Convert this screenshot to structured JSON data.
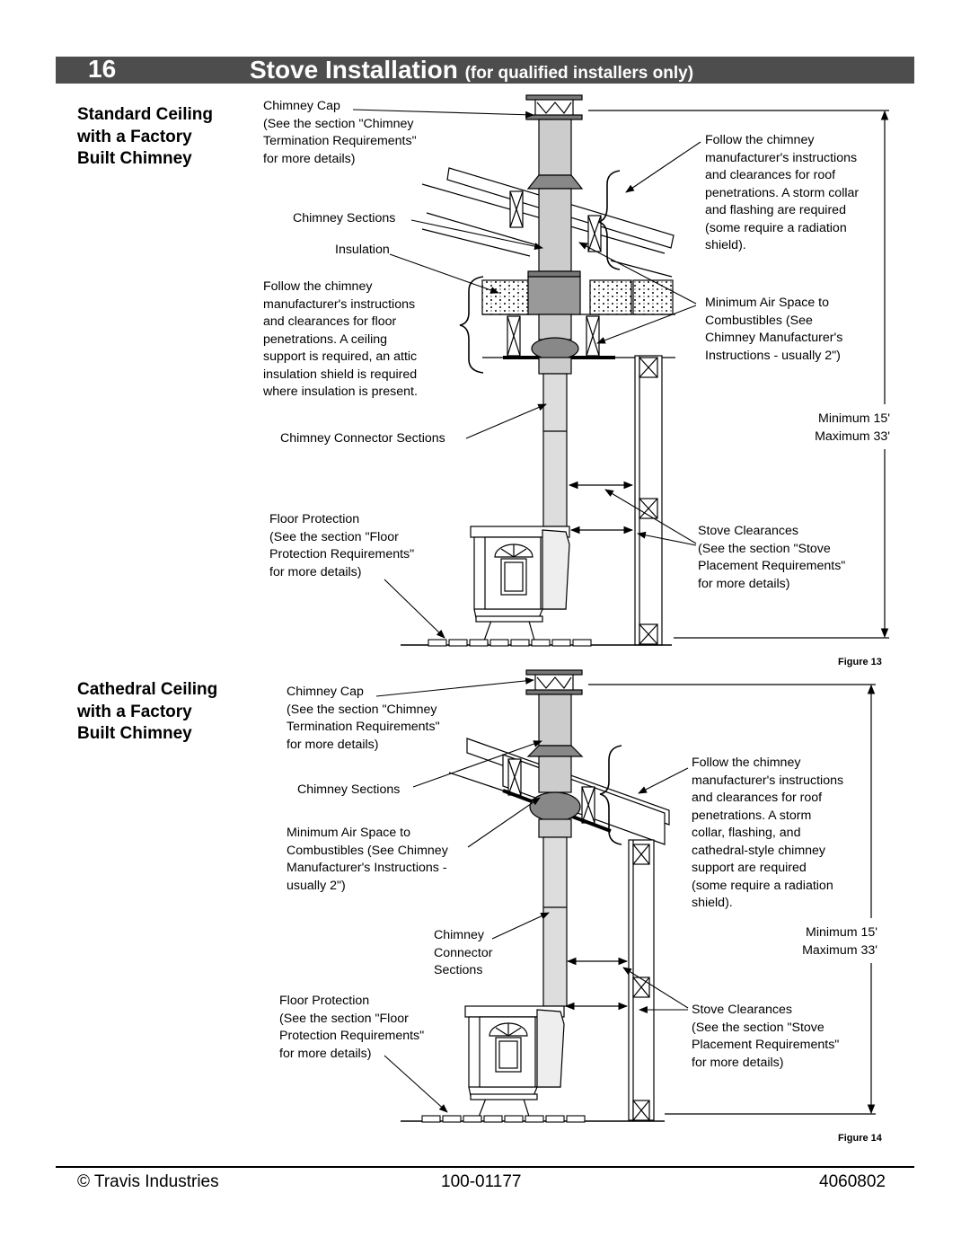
{
  "header": {
    "page_number": "16",
    "title": "Stove Installation",
    "subtitle": "(for qualified installers only)"
  },
  "figure13": {
    "heading": [
      "Standard Ceiling",
      "with a Factory",
      "Built Chimney"
    ],
    "chimney_cap": [
      "Chimney Cap",
      "(See the section \"Chimney",
      "Termination Requirements\"",
      "for more details)"
    ],
    "chimney_sections": "Chimney Sections",
    "insulation": "Insulation",
    "floor_penetration_note": [
      "Follow the chimney",
      "manufacturer's instructions",
      "and clearances for floor",
      "penetrations.  A ceiling",
      "support is required, an attic",
      "insulation shield is required",
      "where insulation is present."
    ],
    "connector_sections": "Chimney Connector Sections",
    "floor_protection": [
      "Floor Protection",
      "(See the section \"Floor",
      "Protection Requirements\"",
      "for more details)"
    ],
    "roof_note": [
      "Follow the chimney",
      "manufacturer's instructions",
      "and clearances for roof",
      "penetrations.  A storm collar",
      "and flashing are required",
      "(some require a radiation",
      "shield)."
    ],
    "air_space": [
      "Minimum Air Space to",
      "Combustibles (See",
      "Chimney Manufacturer's",
      "Instructions - usually 2\")"
    ],
    "height": [
      "Minimum 15'",
      "Maximum 33'"
    ],
    "stove_clearances": [
      "Stove Clearances",
      "(See the section \"Stove",
      "Placement Requirements\"",
      "for more details)"
    ],
    "caption": "Figure 13"
  },
  "figure14": {
    "heading": [
      "Cathedral Ceiling",
      "with a Factory",
      "Built Chimney"
    ],
    "chimney_cap": [
      "Chimney Cap",
      "(See the section \"Chimney",
      "Termination Requirements\"",
      "for more details)"
    ],
    "chimney_sections": "Chimney Sections",
    "air_space": [
      "Minimum Air Space to",
      "Combustibles (See Chimney",
      "Manufacturer's Instructions -",
      "usually 2\")"
    ],
    "connector_sections": [
      "Chimney",
      "Connector",
      "Sections"
    ],
    "floor_protection": [
      "Floor Protection",
      "(See the section \"Floor",
      "Protection Requirements\"",
      "for more details)"
    ],
    "roof_note": [
      "Follow the chimney",
      "manufacturer's instructions",
      "and clearances for roof",
      "penetrations.  A storm",
      "collar, flashing, and",
      "cathedral-style chimney",
      "support are required",
      "(some require a radiation",
      "shield)."
    ],
    "height": [
      "Minimum 15'",
      "Maximum 33'"
    ],
    "stove_clearances": [
      "Stove Clearances",
      "(See the section \"Stove",
      "Placement Requirements\"",
      "for more details)"
    ],
    "caption": "Figure 14"
  },
  "footer": {
    "company": "© Travis Industries",
    "doc_number": "100-01177",
    "part_number": "4060802"
  }
}
